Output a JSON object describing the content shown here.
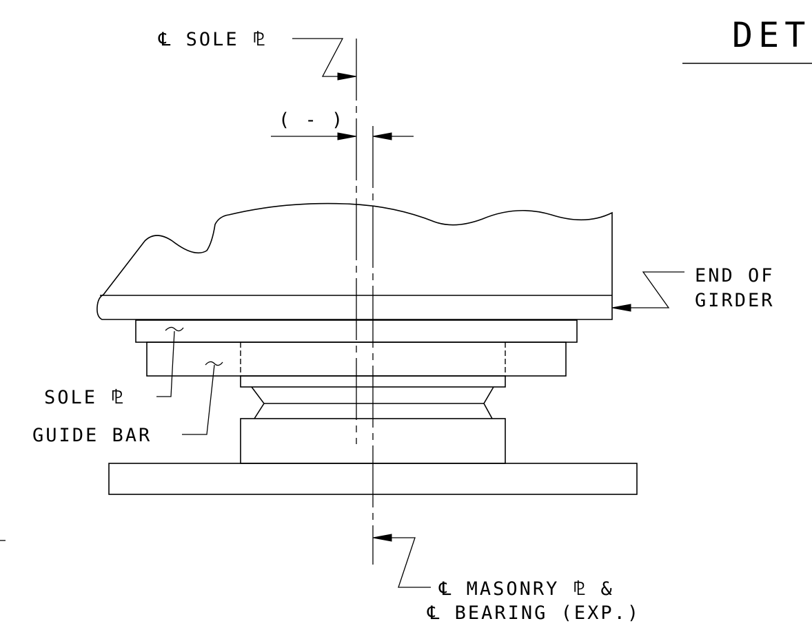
{
  "title": "DET",
  "labels": {
    "cl_sole_pl": "℄ SOLE ⅊",
    "minus_dim": "( - )",
    "end_of": "END OF",
    "girder": "GIRDER",
    "sole_pl": "SOLE ⅊",
    "guide_bar": "GUIDE BAR",
    "cl_masonry": "℄ MASONRY ⅊ &",
    "cl_bearing": "℄ BEARING (EXP.)"
  }
}
